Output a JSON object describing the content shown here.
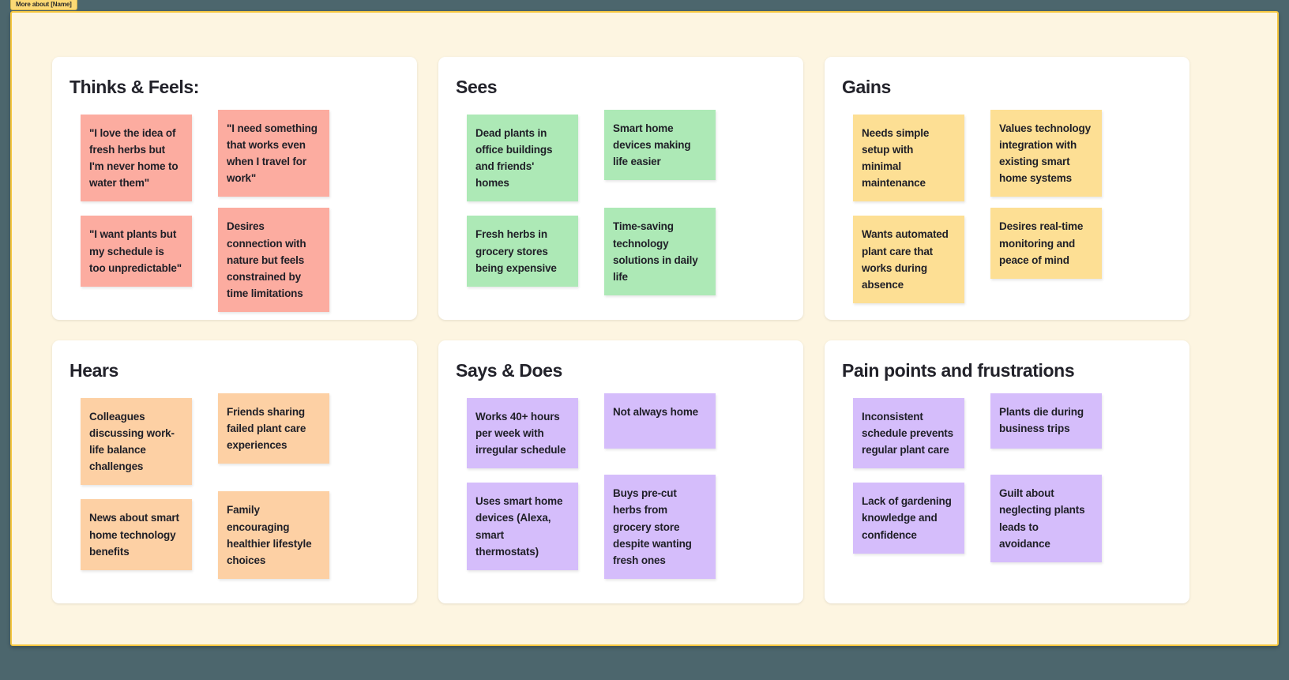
{
  "tab": {
    "label": "More about [Name]"
  },
  "colors": {
    "desktop_background": "#4c666d",
    "page_background": "#fdf5e1",
    "page_border": "#f5c63f",
    "tab_background": "#fcd975",
    "panel_background": "#ffffff",
    "note_pink": "#fcaca0",
    "note_green": "#ade9b6",
    "note_yellow": "#fddf94",
    "note_orange": "#fdd0a4",
    "note_purple": "#d5bdfb",
    "text": "#1f1f27"
  },
  "panels": [
    {
      "title": "Thinks & Feels:",
      "color": "pink",
      "notes": [
        "\"I love the idea of fresh herbs but I'm never home to water them\"",
        "\"I need something that works even when I travel for work\"",
        "\"I want plants but my schedule is too unpredictable\"",
        "Desires connection with nature but feels constrained by time limitations"
      ]
    },
    {
      "title": "Sees",
      "color": "green",
      "notes": [
        "Dead plants in office buildings and friends' homes",
        "Smart home devices making life easier",
        "Fresh herbs in grocery stores being expensive",
        "Time-saving technology solutions in daily life"
      ]
    },
    {
      "title": "Gains",
      "color": "yellow",
      "notes": [
        "Needs simple setup with minimal maintenance",
        "Values technology integration with existing smart home systems",
        "Wants automated plant care that works during absence",
        "Desires real-time monitoring and peace of mind"
      ]
    },
    {
      "title": "Hears",
      "color": "orange",
      "notes": [
        "Colleagues discussing work-life balance challenges",
        "Friends sharing failed plant care experiences",
        "News about smart home technology benefits",
        "Family encouraging healthier lifestyle choices"
      ]
    },
    {
      "title": "Says & Does",
      "color": "purple",
      "notes": [
        "Works 40+ hours per week with irregular schedule",
        "Not always home",
        "Uses smart home devices (Alexa, smart thermostats)",
        "Buys pre-cut herbs from grocery store despite wanting fresh ones"
      ]
    },
    {
      "title": "Pain points and frustrations",
      "color": "purple",
      "notes": [
        "Inconsistent schedule prevents regular plant care",
        "Plants die during business trips",
        "Lack of gardening knowledge and confidence",
        "Guilt about neglecting plants leads to avoidance"
      ]
    }
  ]
}
